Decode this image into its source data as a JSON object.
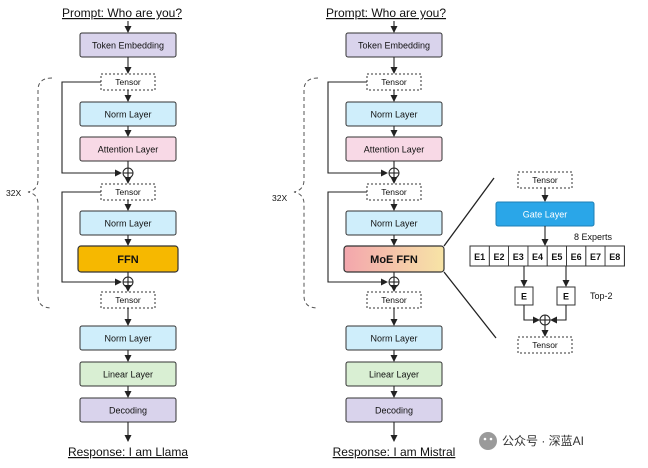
{
  "left": {
    "prompt": "Prompt: Who are you?",
    "token_embedding": "Token Embedding",
    "tensor": "Tensor",
    "norm_layer": "Norm Layer",
    "attention_layer": "Attention Layer",
    "ffn": "FFN",
    "linear_layer": "Linear Layer",
    "decoding": "Decoding",
    "repeat": "32X",
    "response": "Response: I am Llama"
  },
  "right": {
    "prompt": "Prompt: Who are you?",
    "token_embedding": "Token Embedding",
    "tensor": "Tensor",
    "norm_layer": "Norm Layer",
    "attention_layer": "Attention Layer",
    "moe_ffn": "MoE FFN",
    "linear_layer": "Linear Layer",
    "decoding": "Decoding",
    "repeat": "32X",
    "response": "Response: I am Mistral"
  },
  "moe_detail": {
    "tensor_in": "Tensor",
    "gate_layer": "Gate Layer",
    "experts_label": "8 Experts",
    "experts": [
      "E1",
      "E2",
      "E3",
      "E4",
      "E5",
      "E6",
      "E7",
      "E8"
    ],
    "selected_left": "E",
    "selected_right": "E",
    "topk_label": "Top-2",
    "tensor_out": "Tensor"
  },
  "watermark": {
    "text": "公众号 · 深蓝AI"
  },
  "colors": {
    "purple": "#d9d3ec",
    "blue": "#cfeefb",
    "pink": "#f8d9e6",
    "green": "#d9efd3",
    "ffn_orange": "#f6b800",
    "gate_blue": "#2aa6e8"
  }
}
